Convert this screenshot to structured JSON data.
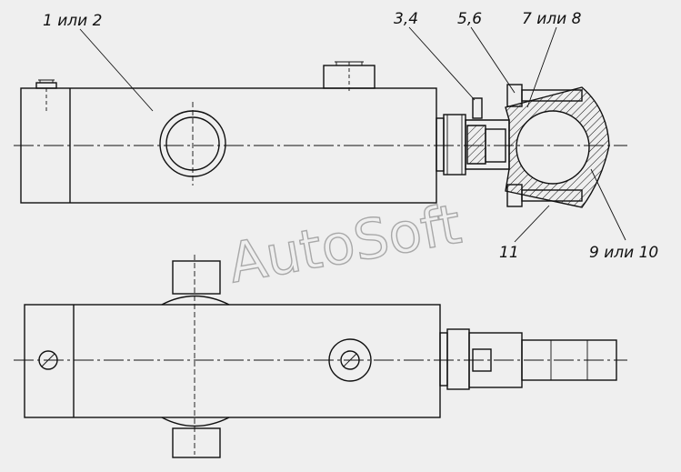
{
  "drawing": {
    "background": "#efefef",
    "line_color": "#111111",
    "watermark_color": "#a8a8a8",
    "watermark": "AutoSoft",
    "callouts": [
      {
        "id": "c1",
        "text": "1 или 2"
      },
      {
        "id": "c2",
        "text": "3,4"
      },
      {
        "id": "c3",
        "text": "5,6"
      },
      {
        "id": "c4",
        "text": "7 или 8"
      },
      {
        "id": "c5",
        "text": "11"
      },
      {
        "id": "c6",
        "text": "9 или 10"
      }
    ]
  }
}
